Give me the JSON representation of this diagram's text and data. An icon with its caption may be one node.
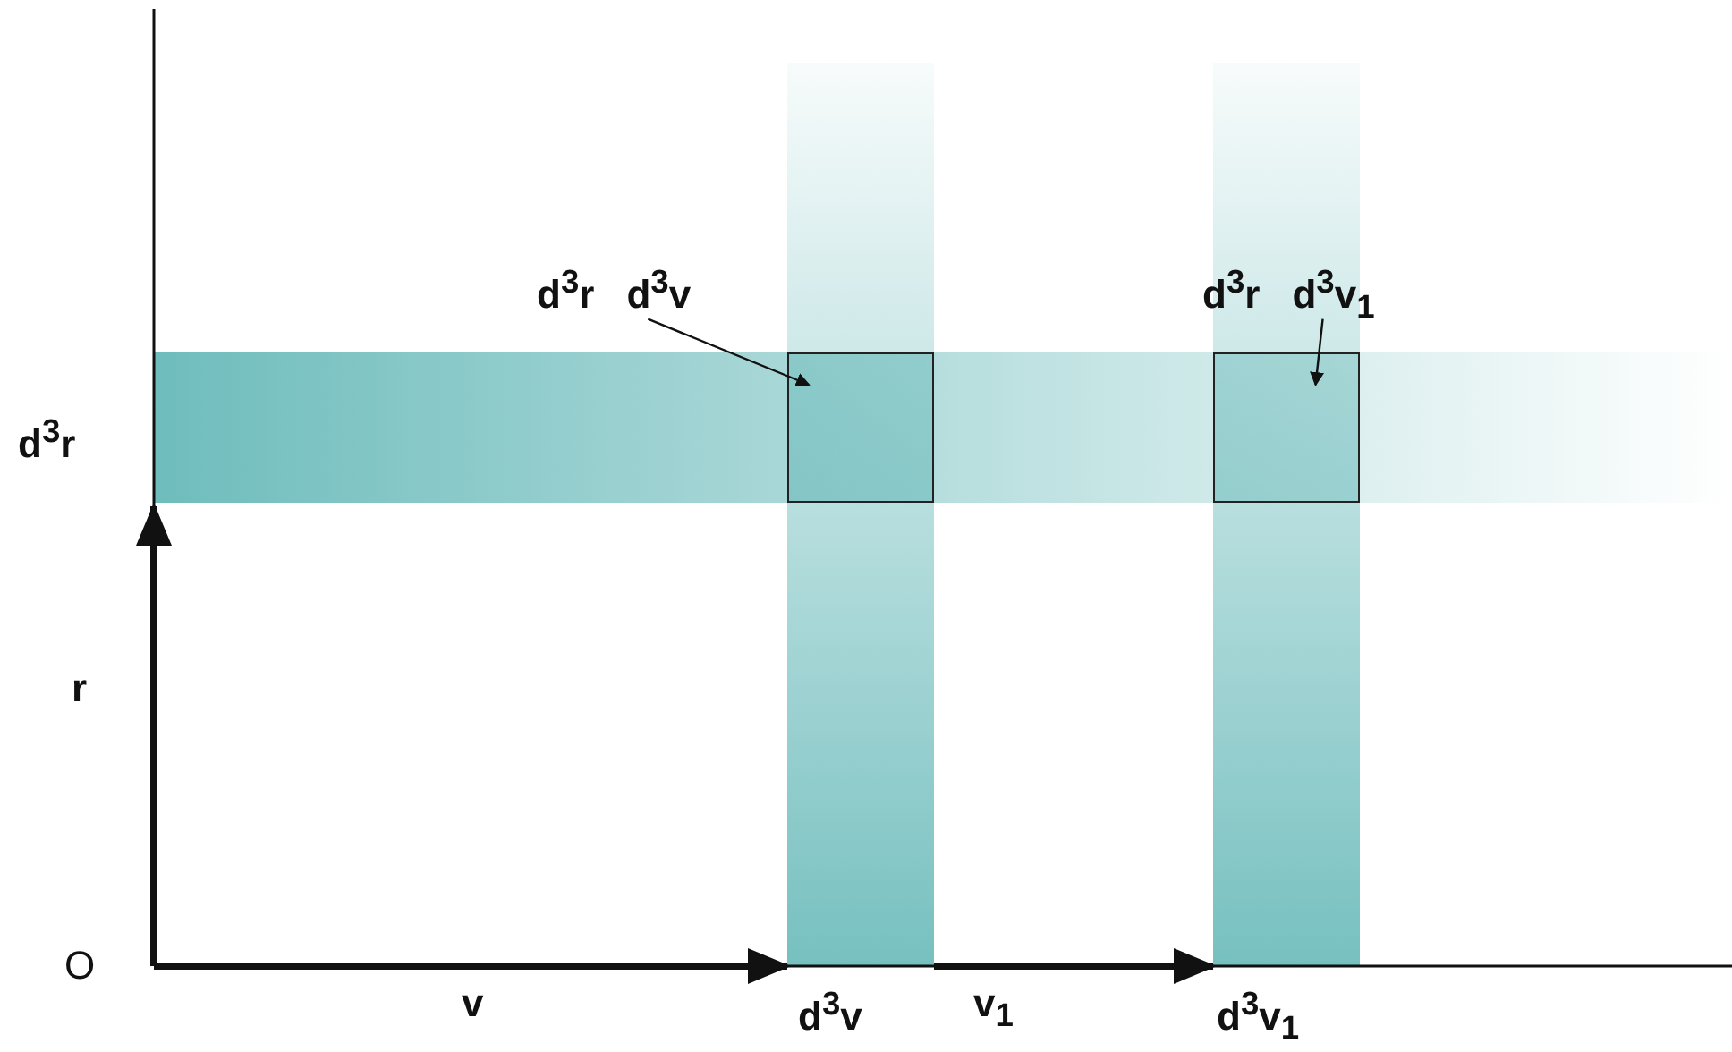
{
  "diagram": {
    "nodes": [
      {
        "text": [
          "d$^{3}$r",
          "d$^{3}$v"
        ]
      },
      {
        "text": [],
        "shape": "box"
      },
      {
        "text": [
          "d$^{3}$r",
          "d$^{3}$v$_{1}$"
        ]
      },
      {
        "text": [],
        "shape": "box"
      }
    ],
    "edges": [
      {
        "from": 0,
        "to": 1,
        "arrow": "to"
      },
      {
        "from": 2,
        "to": 3,
        "arrow": "to"
      }
    ],
    "labels": [
      "d$^{3}$r",
      "r",
      "O",
      "v",
      "d$^{3}$v",
      "v$_{1}$",
      "d$^{3}$v$_{1}$"
    ]
  }
}
